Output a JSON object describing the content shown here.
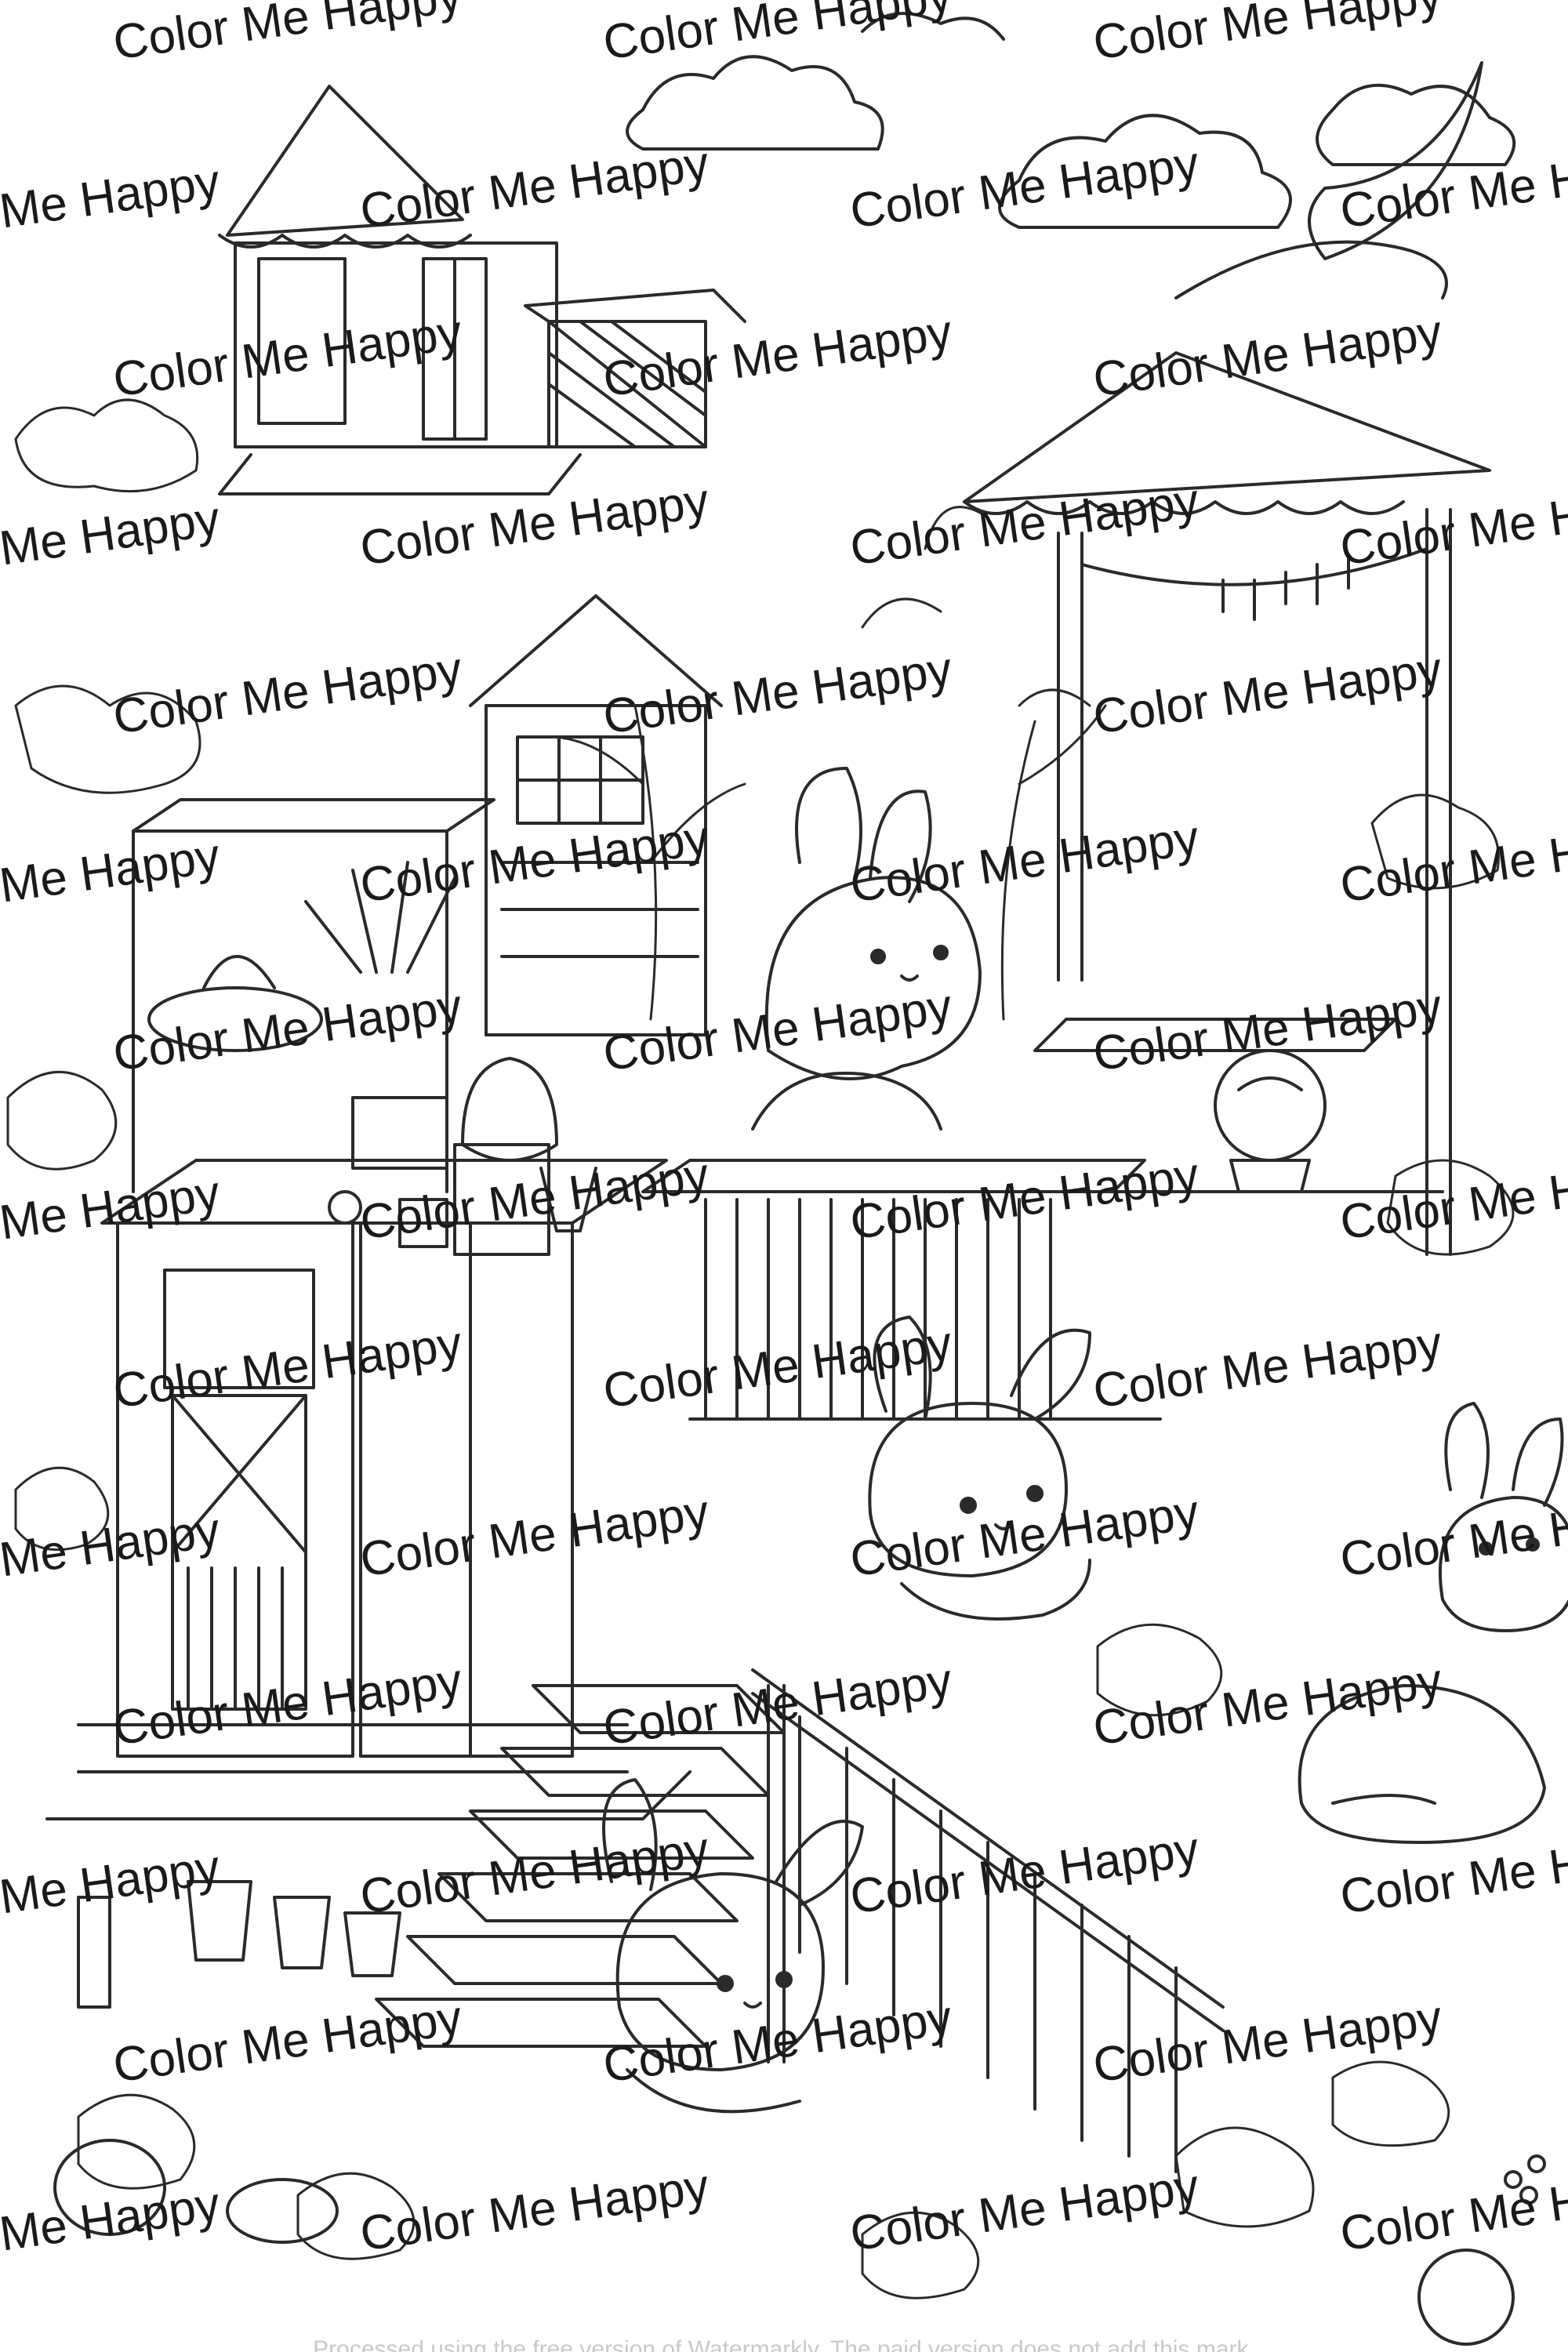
{
  "artwork": {
    "kind": "black-and-white coloring page line art",
    "colors": {
      "background": "#ffffff",
      "line": "#2a2a2a",
      "watermark": "#1a1a1a",
      "footer": "#c9c9c9"
    }
  },
  "watermark": {
    "text": "Color Me Happy",
    "partial_text": "Me Happy"
  },
  "footer": {
    "text": "Processed using the free version of Watermarkly. The paid version does not add this mark."
  }
}
